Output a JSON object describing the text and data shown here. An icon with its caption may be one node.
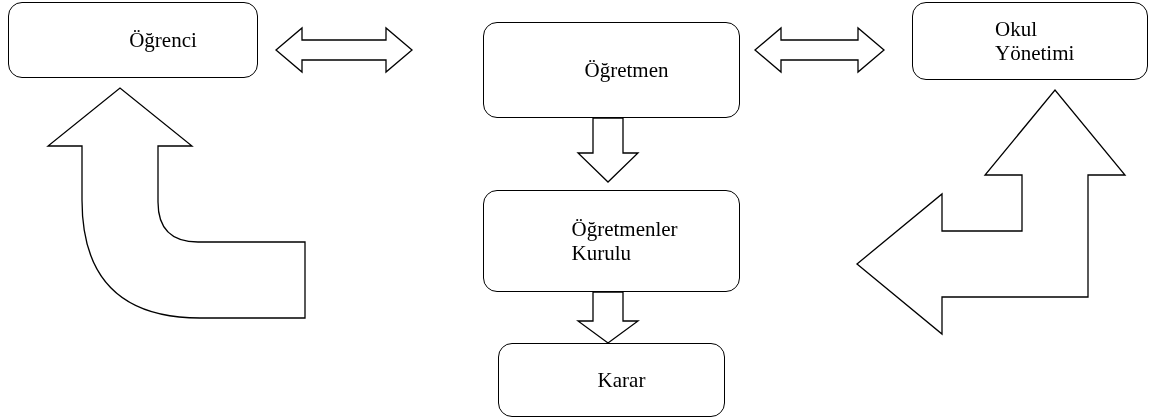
{
  "diagram": {
    "nodes": [
      {
        "text": [
          "Öğrenci"
        ]
      },
      {
        "text": [
          "Öğretmen"
        ]
      },
      {
        "text": [
          "Okul Yönetimi"
        ]
      },
      {
        "text": [
          "Öğretmenler Kurulu"
        ]
      },
      {
        "text": [
          "Karar"
        ]
      }
    ],
    "edges": [
      {
        "from": 0,
        "to": 1,
        "arrow": "both"
      },
      {
        "from": 1,
        "to": 2,
        "arrow": "both"
      },
      {
        "from": 1,
        "to": 3,
        "arrow": "to"
      },
      {
        "from": 3,
        "to": 4,
        "arrow": "to"
      },
      {
        "from": null,
        "to": 0,
        "arrow": "to"
      },
      {
        "from": 2,
        "to": 3,
        "arrow": "both"
      }
    ]
  }
}
